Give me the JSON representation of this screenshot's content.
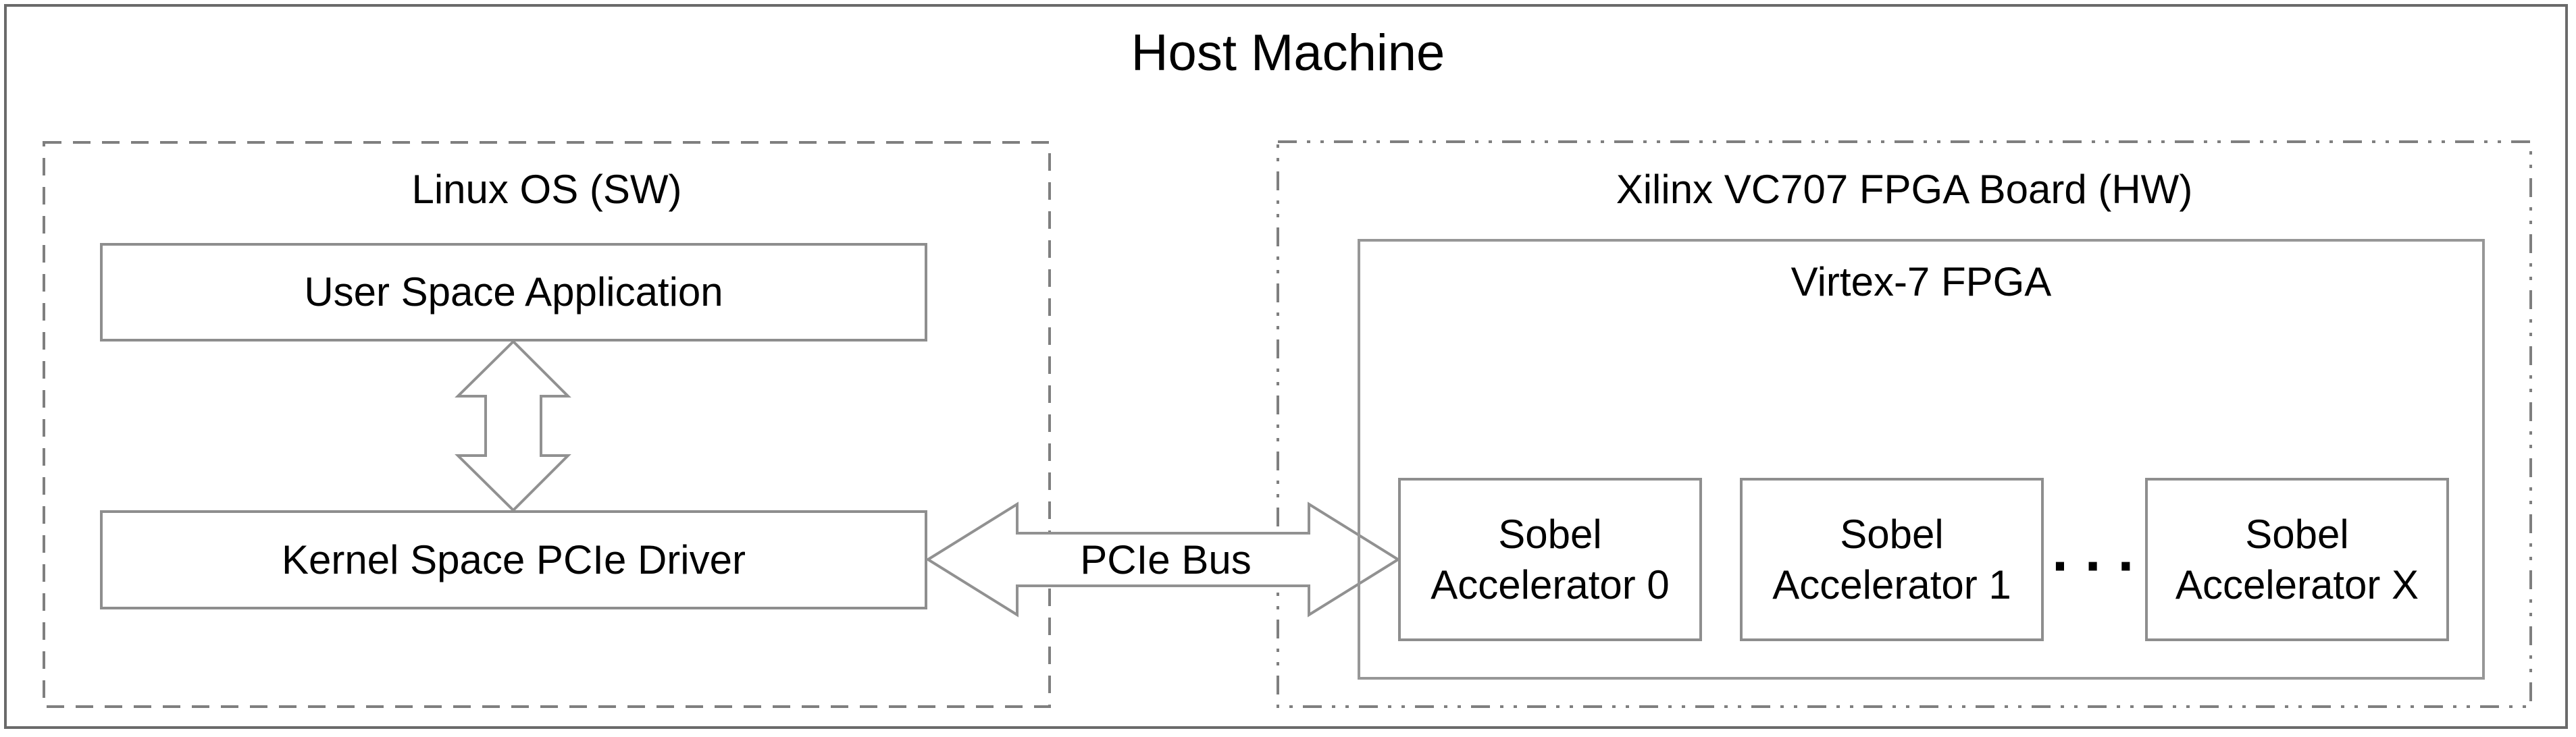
{
  "title": "Host Machine",
  "linux_group": {
    "label": "Linux OS (SW)",
    "user_space_label": "User Space Application",
    "kernel_driver_label": "Kernel Space PCIe Driver"
  },
  "bus": {
    "label": "PCIe Bus"
  },
  "fpga_group": {
    "label": "Xilinx VC707 FPGA Board (HW)",
    "chip_label": "Virtex-7 FPGA",
    "accelerators": [
      {
        "line1": "Sobel",
        "line2": "Accelerator 0"
      },
      {
        "line1": "Sobel",
        "line2": "Accelerator 1"
      },
      {
        "line1": "Sobel",
        "line2": "Accelerator X"
      }
    ],
    "ellipsis": "···"
  },
  "colors": {
    "background": "#ffffff",
    "text": "#000000",
    "box_border": "#8e8e8e",
    "dashed_border": "#7f7f7f",
    "arrow_outline": "#919191",
    "outer_frame": "#6a6a6a"
  }
}
